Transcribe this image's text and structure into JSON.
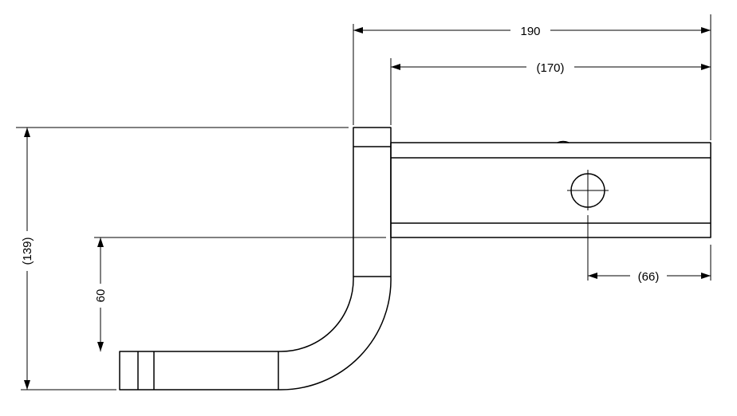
{
  "dimensions": {
    "overall_length": "190",
    "tube_length": "(170)",
    "overall_height": "(139)",
    "drop": "60",
    "pin_hole_offset": "(66)"
  }
}
